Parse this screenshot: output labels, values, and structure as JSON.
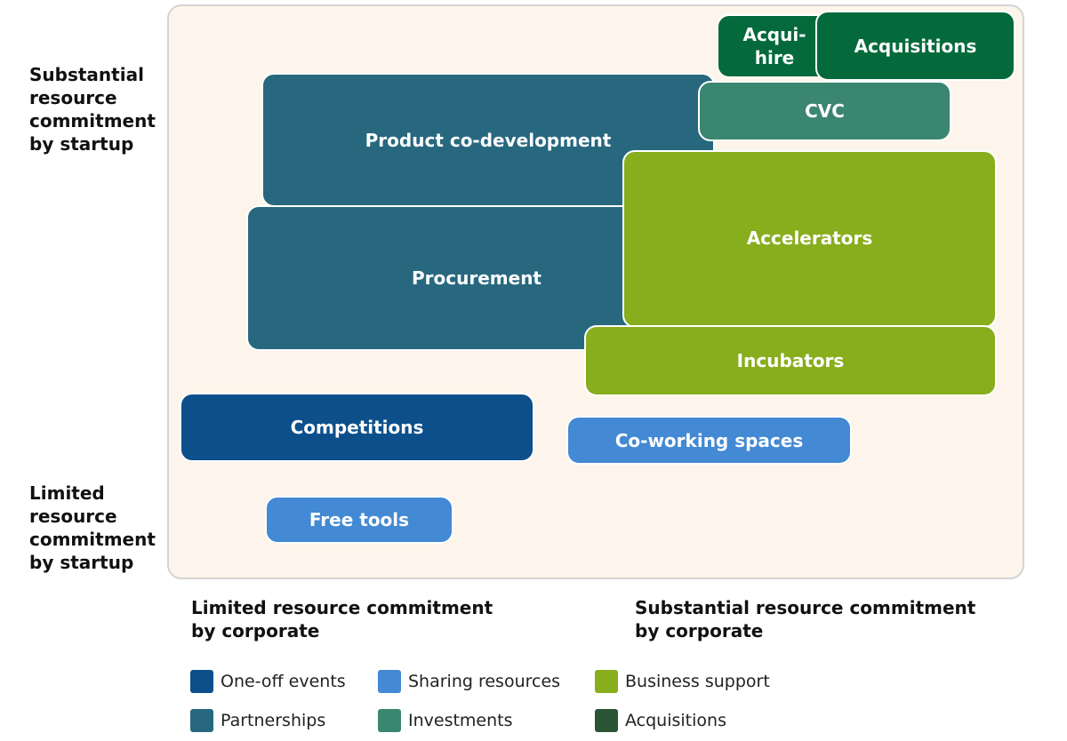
{
  "colors": {
    "one_off_events": "#0d4f8b",
    "sharing_resources": "#4389d4",
    "business_support": "#88ad1d",
    "partnerships": "#27687f",
    "investments": "#3b8670",
    "acquisitions_box": "#046a3b",
    "acquisitions_legend": "#2a5535"
  },
  "axes": {
    "y_top": "Substantial\nresource\ncommitment\nby startup",
    "y_bottom": "Limited\nresource\ncommitment\nby startup",
    "x_left": "Limited resource commitment\nby corporate",
    "x_right": "Substantial resource commitment\nby corporate"
  },
  "boxes": {
    "product_co_development": "Product co-development",
    "procurement": "Procurement",
    "acqui_hire": "Acqui-\nhire",
    "acquisitions": "Acquisitions",
    "cvc": "CVC",
    "accelerators": "Accelerators",
    "incubators": "Incubators",
    "competitions": "Competitions",
    "co_working_spaces": "Co-working spaces",
    "free_tools": "Free tools"
  },
  "legend": {
    "one_off_events": "One-off events",
    "sharing_resources": "Sharing resources",
    "business_support": "Business support",
    "partnerships": "Partnerships",
    "investments": "Investments",
    "acquisitions": "Acquisitions"
  }
}
